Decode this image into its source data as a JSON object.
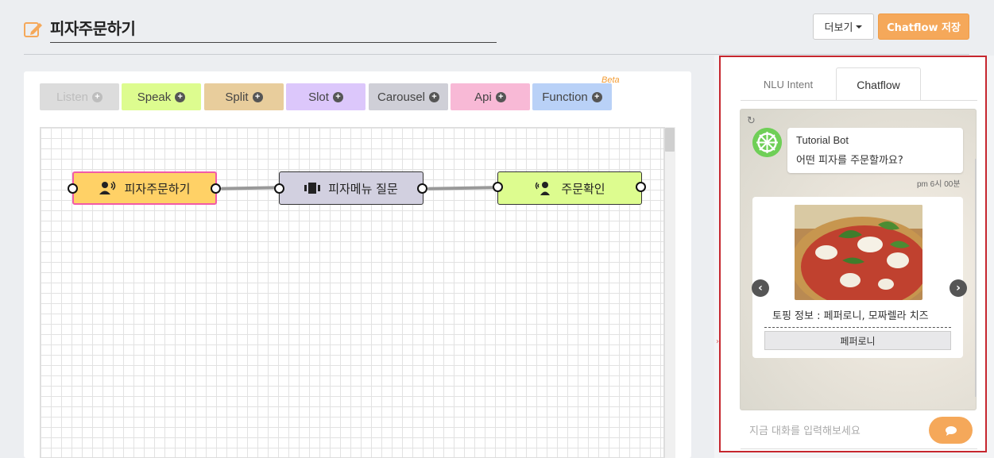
{
  "header": {
    "title": "피자주문하기",
    "more_label": "더보기",
    "save_label": "Chatflow 저장"
  },
  "palette": {
    "items": [
      {
        "label": "Listen"
      },
      {
        "label": "Speak"
      },
      {
        "label": "Split"
      },
      {
        "label": "Slot"
      },
      {
        "label": "Carousel"
      },
      {
        "label": "Api"
      },
      {
        "label": "Function"
      }
    ],
    "beta_label": "Beta"
  },
  "flow": {
    "nodes": [
      {
        "label": "피자주문하기",
        "icon": "speaker-person-icon"
      },
      {
        "label": "피자메뉴 질문",
        "icon": "carousel-icon"
      },
      {
        "label": "주문확인",
        "icon": "listen-speak-icon"
      }
    ]
  },
  "side": {
    "tabs": [
      {
        "label": "NLU Intent"
      },
      {
        "label": "Chatflow"
      }
    ],
    "chat": {
      "bot_name": "Tutorial Bot",
      "message": "어떤 피자를 주문할까요?",
      "time": "pm 6시 00분",
      "card": {
        "description": "토핑 정보 : 페퍼로니, 모짜렐라 치즈",
        "button": "페퍼로니"
      },
      "input_placeholder": "지금 대화를 입력해보세요"
    }
  },
  "colors": {
    "accent": "#f5a85a",
    "frame_highlight": "#c6262e"
  }
}
